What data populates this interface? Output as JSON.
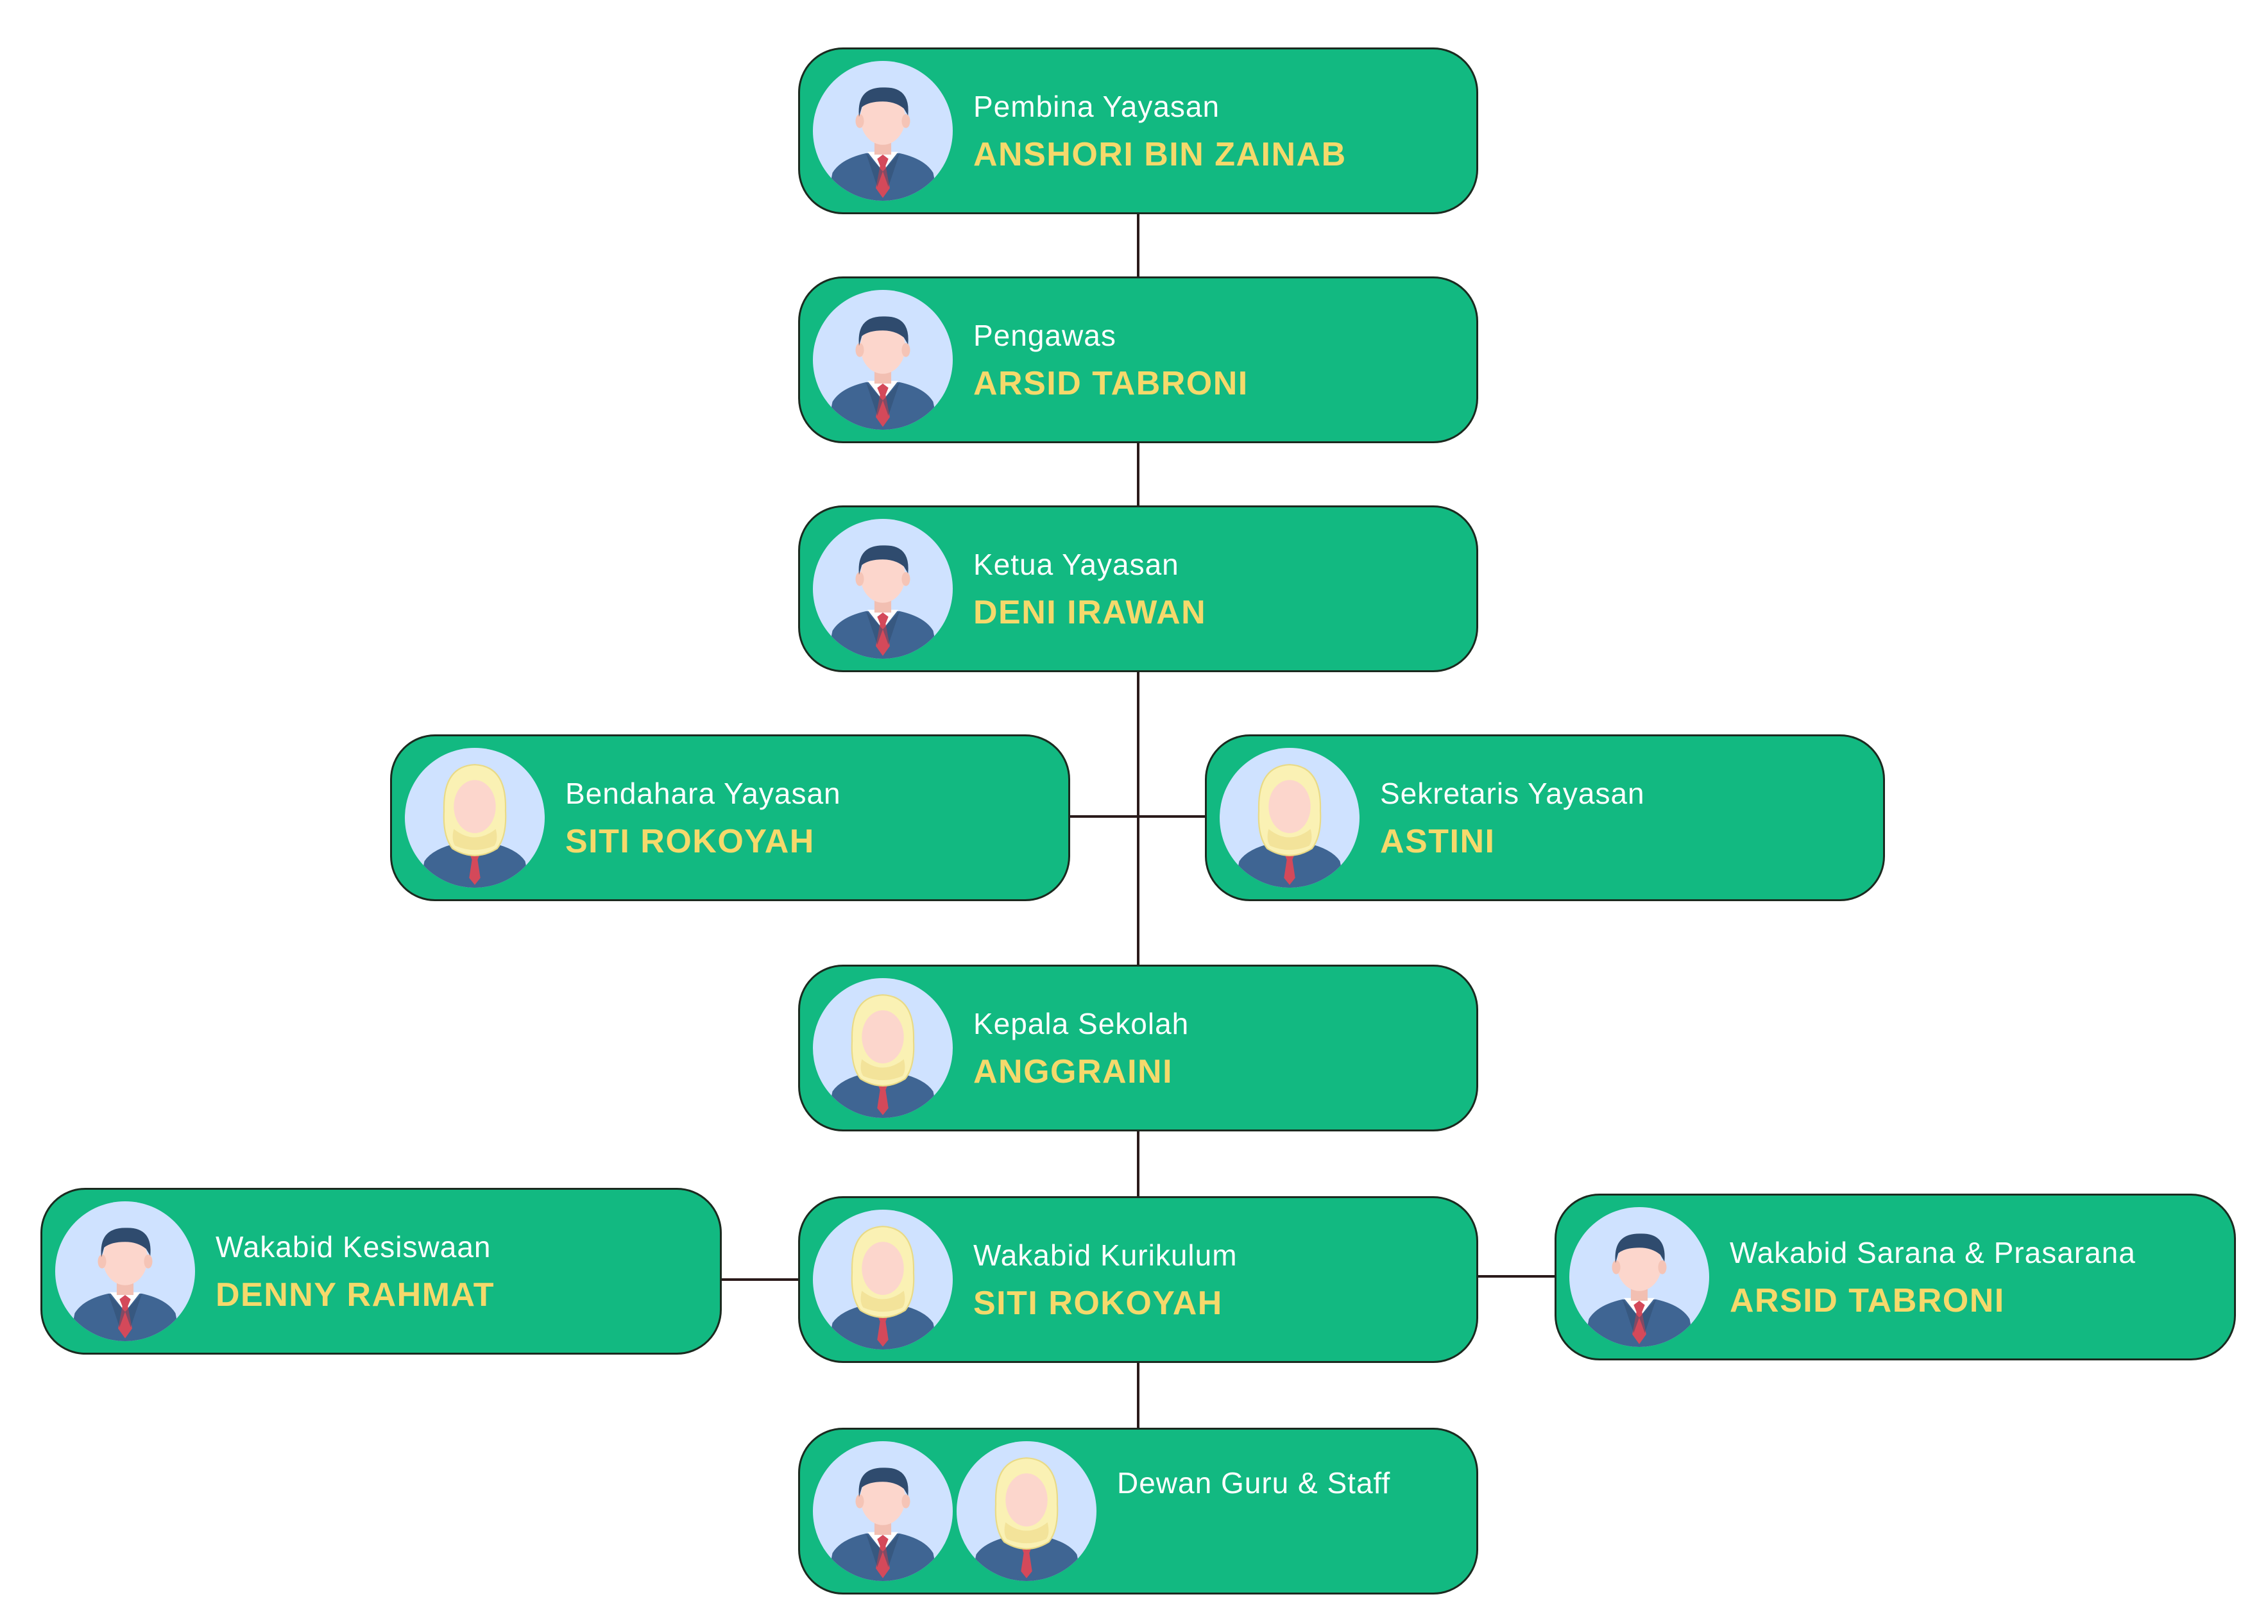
{
  "colors": {
    "node_fill": "#12b981",
    "role_text": "#ffffff",
    "name_text": "#f5d96b",
    "connector": "#2a1a1a",
    "avatar_bg": "#cfe2ff",
    "suit": "#3f6593",
    "hair": "#2f4b6e",
    "skin": "#fcd6cc",
    "tie": "#d4495a",
    "hijab": "#faf1b4"
  },
  "nodes": {
    "pembina": {
      "role": "Pembina Yayasan",
      "name": "ANSHORI BIN ZAINAB",
      "avatar": "man-avatar-icon"
    },
    "pengawas": {
      "role": "Pengawas",
      "name": "ARSID TABRONI",
      "avatar": "man-avatar-icon"
    },
    "ketua": {
      "role": "Ketua Yayasan",
      "name": "DENI IRAWAN",
      "avatar": "man-avatar-icon"
    },
    "bendahara": {
      "role": "Bendahara Yayasan",
      "name": "SITI ROKOYAH",
      "avatar": "woman-hijab-avatar-icon"
    },
    "sekretaris": {
      "role": "Sekretaris Yayasan",
      "name": "ASTINI",
      "avatar": "woman-hijab-avatar-icon"
    },
    "kepala": {
      "role": "Kepala Sekolah",
      "name": "ANGGRAINI",
      "avatar": "woman-hijab-avatar-icon"
    },
    "kesiswaan": {
      "role": "Wakabid Kesiswaan",
      "name": "DENNY RAHMAT",
      "avatar": "man-avatar-icon"
    },
    "kurikulum": {
      "role": "Wakabid Kurikulum",
      "name": "SITI ROKOYAH",
      "avatar": "woman-hijab-avatar-icon"
    },
    "sarana": {
      "role": "Wakabid Sarana & Prasarana",
      "name": "ARSID TABRONI",
      "avatar": "man-avatar-icon"
    },
    "dewan": {
      "role": "Dewan Guru & Staff",
      "avatars": [
        "man-avatar-icon",
        "woman-hijab-avatar-icon"
      ]
    }
  }
}
